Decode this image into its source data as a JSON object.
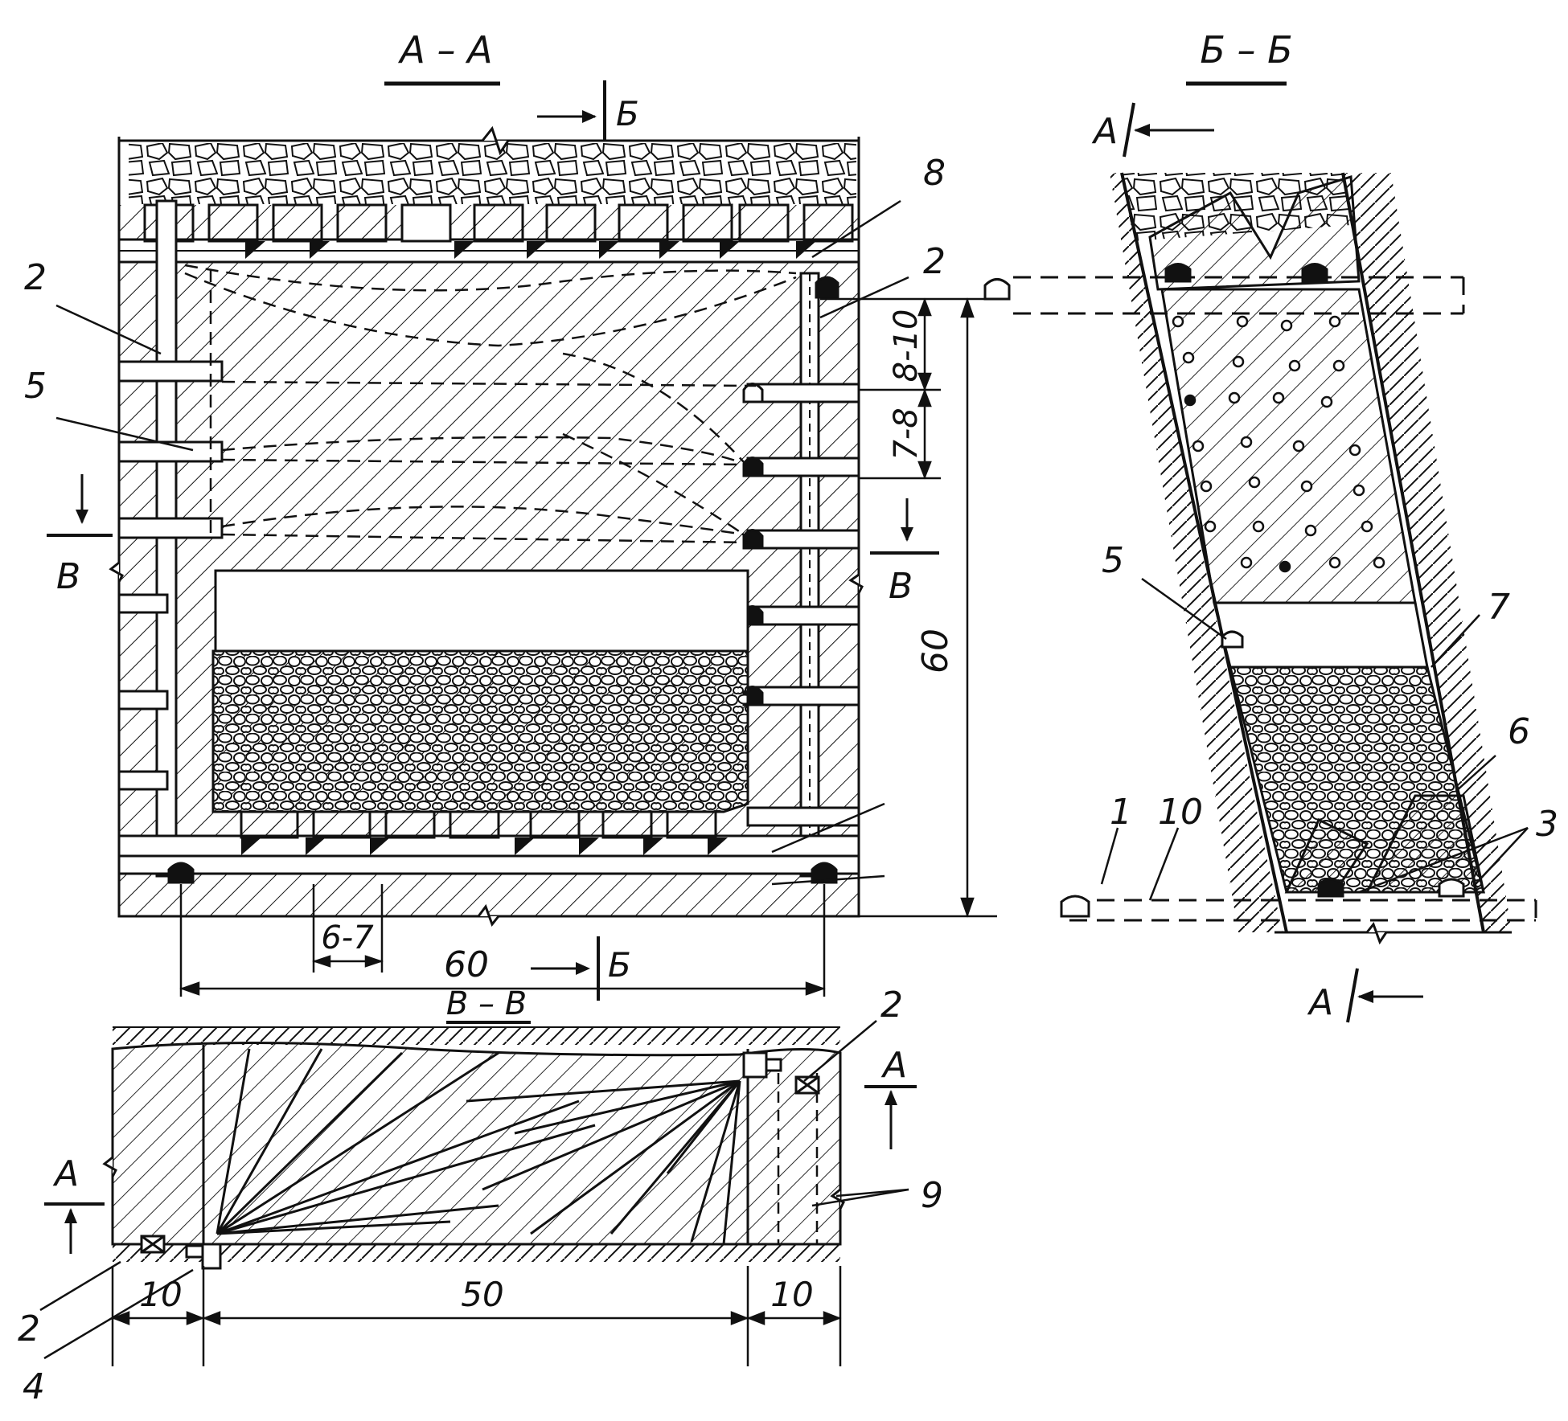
{
  "sections": {
    "aa": "А – А",
    "bb": "Б – Б",
    "vv": "В – В"
  },
  "cut_marks": {
    "b": "Б",
    "v": "В",
    "a": "А"
  },
  "callouts": {
    "n1": "1",
    "n2": "2",
    "n3": "3",
    "n4": "4",
    "n5": "5",
    "n6": "6",
    "n7": "7",
    "n8": "8",
    "n9": "9",
    "n10": "10"
  },
  "dimensions": {
    "d_8_10": "8-10",
    "d_7_8": "7-8",
    "d_60_vertical": "60",
    "d_60_horizontal": "60",
    "d_6_7": "6-7",
    "d_10_left": "10",
    "d_50": "50",
    "d_10_right": "10"
  },
  "colors": {
    "ink": "#111111",
    "paper": "#ffffff"
  }
}
